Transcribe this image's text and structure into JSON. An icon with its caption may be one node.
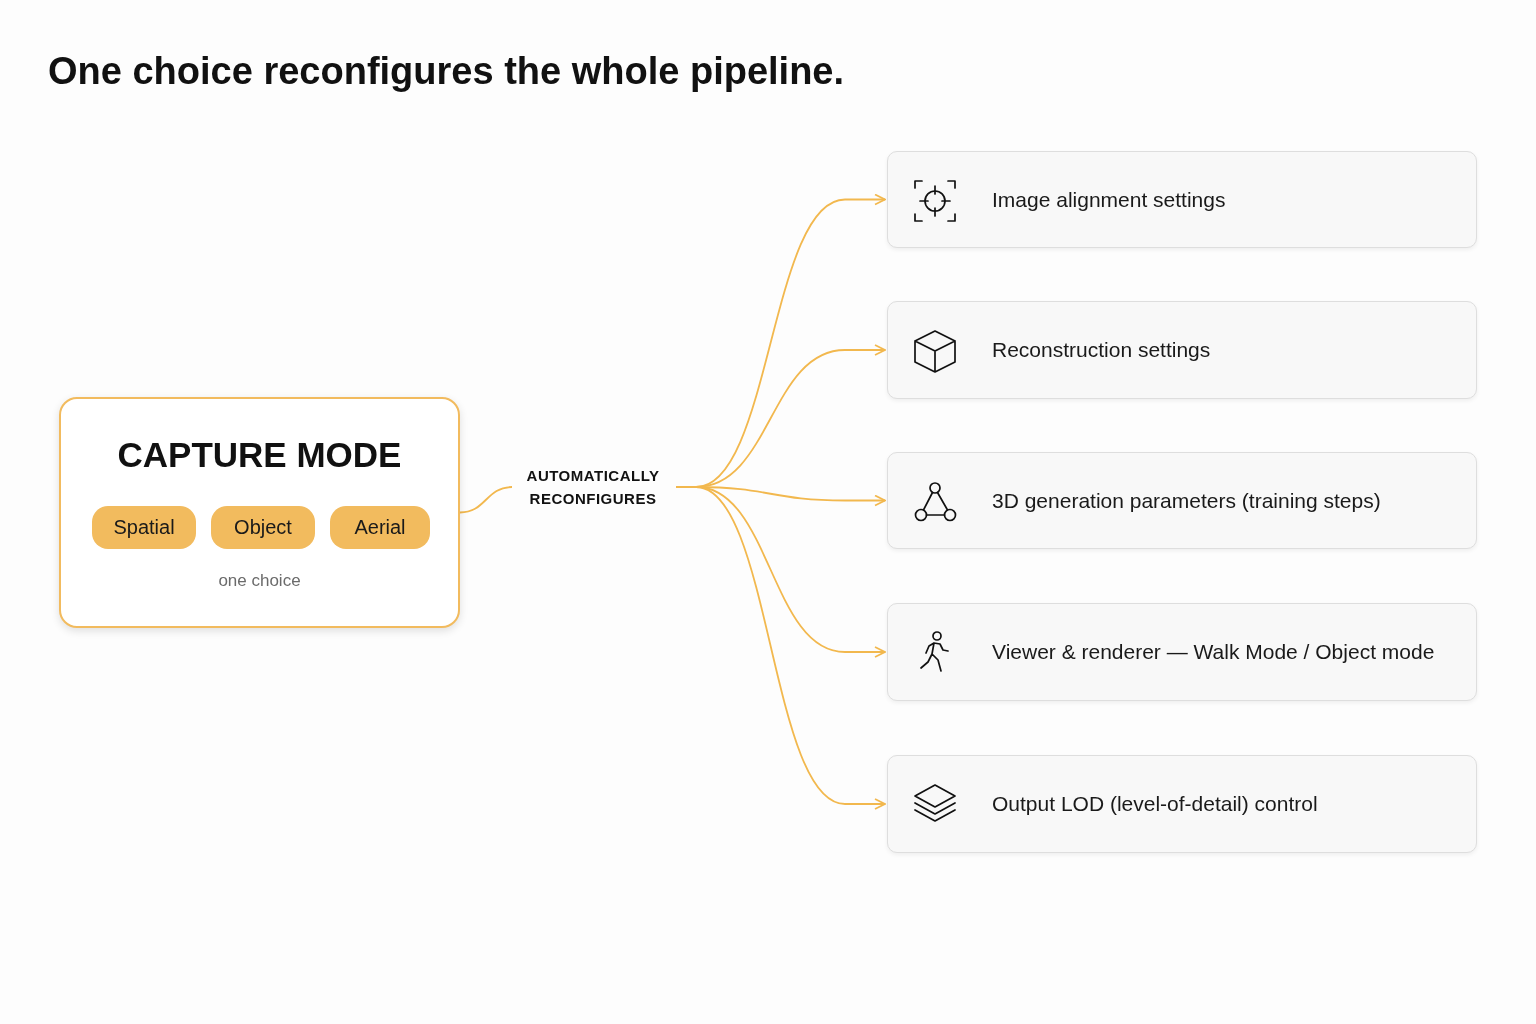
{
  "diagram": {
    "title": "One choice reconfigures the whole pipeline.",
    "nodes": [
      {
        "text": [
          "CAPTURE MODE",
          "one choice"
        ]
      },
      {
        "text": [
          "Spatial"
        ],
        "in": 0
      },
      {
        "text": [
          "Object"
        ],
        "in": 0
      },
      {
        "text": [
          "Aerial"
        ],
        "in": 0
      },
      {
        "text": [
          "AUTOMATICALLY RECONFIGURES"
        ]
      },
      {
        "text": [
          "Image alignment settings"
        ]
      },
      {
        "text": [
          "Reconstruction settings"
        ]
      },
      {
        "text": [
          "3D generation parameters (training steps)"
        ]
      },
      {
        "text": [
          "Viewer & renderer — Walk Mode / Object mode"
        ]
      },
      {
        "text": [
          "Output LOD (level-of-detail) control"
        ]
      }
    ],
    "edges": [
      {
        "from": 0,
        "to": 4,
        "arrow": "none"
      },
      {
        "from": 4,
        "to": 5,
        "arrow": "to"
      },
      {
        "from": 4,
        "to": 6,
        "arrow": "to"
      },
      {
        "from": 4,
        "to": 7,
        "arrow": "to"
      },
      {
        "from": 4,
        "to": 8,
        "arrow": "to"
      },
      {
        "from": 4,
        "to": 9,
        "arrow": "to"
      }
    ]
  }
}
